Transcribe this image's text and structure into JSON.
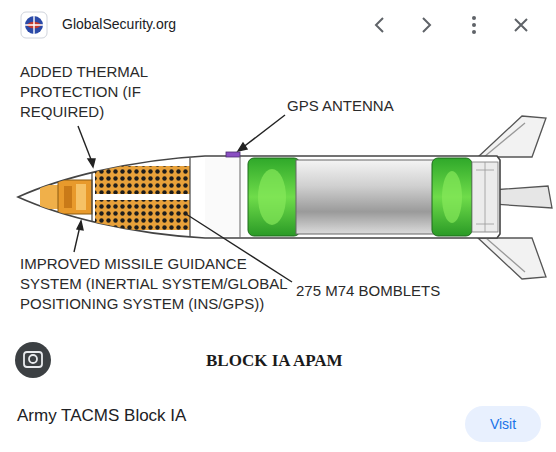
{
  "diagram": {
    "caption": "BLOCK IA APAM",
    "nodes": [
      {
        "text": [
          "Visit"
        ]
      }
    ],
    "labels": [
      "GlobalSecurity.org",
      "ADDED THERMAL PROTECTION (IF REQUIRED)",
      "GPS ANTENNA",
      "IMPROVED MISSILE GUIDANCE SYSTEM (INERTIAL SYSTEM/GLOBAL POSITIONING SYSTEM (INS/GPS))",
      "275 M74 BOMBLETS",
      "Army TACMS Block IA"
    ]
  }
}
